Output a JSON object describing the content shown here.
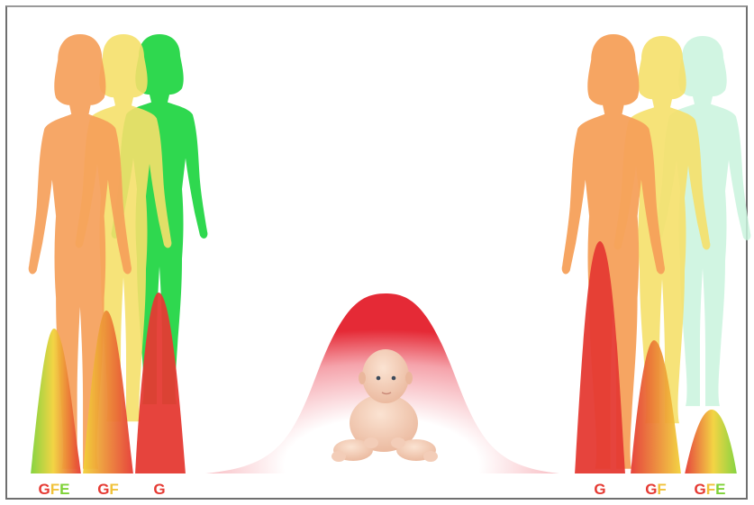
{
  "colors": {
    "G": "#e53a33",
    "F": "#f0c23a",
    "E": "#7fd237",
    "bell": "#e52a36",
    "woman_orange": "#f5a05a",
    "woman_yellow": "#f5e06a",
    "woman_green": "#2fd84f",
    "woman_mint": "#c9f3dd"
  },
  "bottom_labels": [
    {
      "letters": [
        {
          "t": "G",
          "c": "G"
        },
        {
          "t": "F",
          "c": "F"
        },
        {
          "t": "E",
          "c": "E"
        }
      ]
    },
    {
      "letters": [
        {
          "t": "G",
          "c": "G"
        },
        {
          "t": "F",
          "c": "F"
        }
      ]
    },
    {
      "letters": [
        {
          "t": "G",
          "c": "G"
        }
      ]
    },
    {
      "letters": [
        {
          "t": "G",
          "c": "G"
        }
      ]
    },
    {
      "letters": [
        {
          "t": "G",
          "c": "G"
        },
        {
          "t": "F",
          "c": "F"
        }
      ]
    },
    {
      "letters": [
        {
          "t": "G",
          "c": "G"
        },
        {
          "t": "F",
          "c": "F"
        },
        {
          "t": "E",
          "c": "E"
        }
      ]
    }
  ]
}
